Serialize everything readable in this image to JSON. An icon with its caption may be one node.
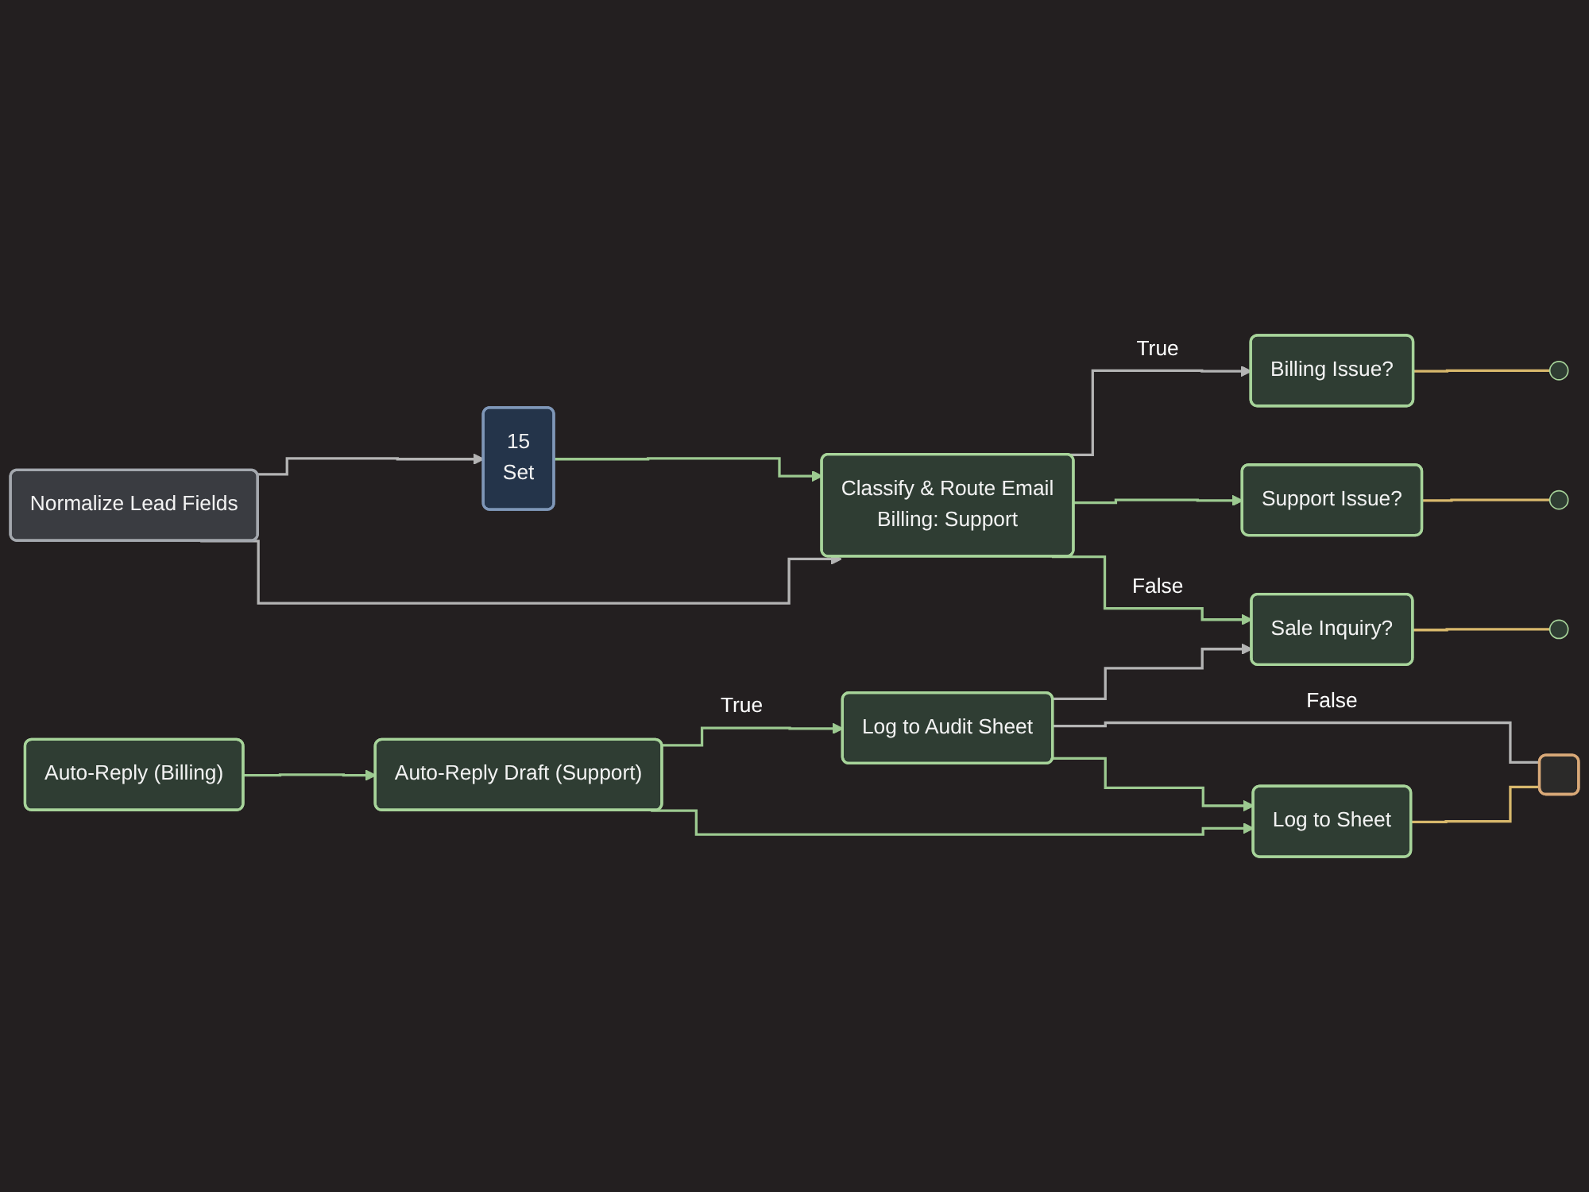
{
  "diagram": {
    "nodes": [
      {
        "text": [
          "15",
          "Set"
        ]
      },
      {
        "text": [
          "Normalize Lead Fields"
        ]
      },
      {
        "text": [
          "Classify & Route Email",
          "Billing: Support"
        ]
      },
      {
        "text": [
          "Billing Issue?"
        ]
      },
      {
        "text": [
          "Support Issue?"
        ]
      },
      {
        "text": [
          "Sale Inquiry?"
        ]
      },
      {
        "text": [
          "Log to Audit Sheet"
        ]
      },
      {
        "text": [
          "Auto-Reply (Billing)"
        ]
      },
      {
        "text": [
          "Auto-Reply Draft (Support)"
        ]
      },
      {
        "text": [
          "Log to Sheet"
        ]
      },
      {
        "text": [],
        "shape": "box"
      }
    ],
    "edges": [
      {
        "from": 0,
        "to": 2,
        "arrow": "to"
      },
      {
        "from": 1,
        "to": 0,
        "arrow": "to",
        "color": "#b4b4b4"
      },
      {
        "from": 1,
        "to": 2,
        "arrow": "to",
        "color": "#b4b4b4"
      },
      {
        "from": 2,
        "to": 3,
        "label": "True",
        "arrow": "to",
        "color": "#b4b4b4"
      },
      {
        "from": 2,
        "to": 4,
        "arrow": "to"
      },
      {
        "from": 2,
        "to": 5,
        "label": "False",
        "arrow": "to"
      },
      {
        "from": 3,
        "to": null,
        "arrow": "none",
        "color": "#d8b86c"
      },
      {
        "from": 4,
        "to": null,
        "arrow": "none",
        "color": "#d8b86c"
      },
      {
        "from": 5,
        "to": null,
        "arrow": "none",
        "color": "#d8b86c"
      },
      {
        "from": 6,
        "to": 5,
        "arrow": "to",
        "color": "#b4b4b4"
      },
      {
        "from": 6,
        "to": 9,
        "arrow": "to"
      },
      {
        "from": 6,
        "to": 10,
        "label": "False",
        "arrow": "none",
        "color": "#b4b4b4"
      },
      {
        "from": 7,
        "to": 8,
        "arrow": "to"
      },
      {
        "from": 8,
        "to": 9,
        "arrow": "to"
      },
      {
        "from": 8,
        "to": 6,
        "label": "True",
        "arrow": "to"
      },
      {
        "from": 9,
        "to": 10,
        "arrow": "none",
        "color": "#d8b86c"
      }
    ]
  }
}
